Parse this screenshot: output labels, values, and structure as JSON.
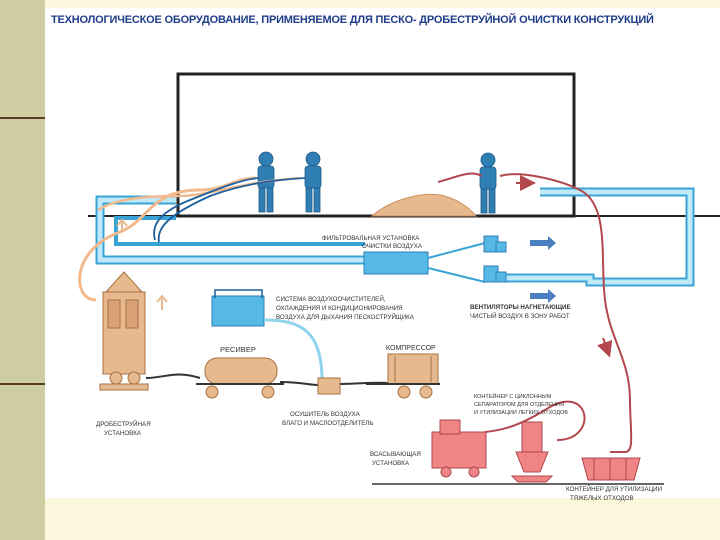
{
  "title": "ТЕХНОЛОГИЧЕСКОЕ ОБОРУДОВАНИЕ, ПРИМЕНЯЕМОЕ ДЛЯ ПЕСКО- ДРОБЕСТРУЙНОЙ ОЧИСТКИ КОНСТРУКЦИЙ",
  "labels": {
    "filter": [
      "ФИЛЬТРОВАЛЬНАЯ УСТАНОВКА",
      "ОЧИСТКИ ВОЗДУХА"
    ],
    "air_system": [
      "СИСТЕМА ВОЗДУХООЧИСТИТЕЛЕЙ,",
      "ОХЛАЖДЕНИЯ И КОНДИЦИОНИРОВАНИЯ",
      "ВОЗДУХА ДЛЯ ДЫХАНИЯ ПЕСКОСТРУЙЩИКА"
    ],
    "fans": [
      "ВЕНТИЛЯТОРЫ НАГНЕТАЮЩИЕ",
      "ЧИСТЫЙ ВОЗДУХ В ЗОНУ РАБОТ"
    ],
    "receiver": "РЕСИВЕР",
    "compressor": "КОМПРЕССОР",
    "dryer": [
      "ОСУШИТЕЛЬ ВОЗДУХА",
      "ВЛАГО И МАСЛООТДЕЛИТЕЛЬ"
    ],
    "blast_unit": [
      "ДРОБЕСТРУЙНАЯ",
      "УСТАНОВКА"
    ],
    "cyclone": [
      "КОНТЕЙНЕР С ЦИКЛОННЫМ",
      "СЕПАРАТОРОМ ДЛЯ ОТДЕЛЕНИЯ",
      "И УТИЛИЗАЦИИ ЛЕГКИХ ОТХОДОВ"
    ],
    "suction": [
      "ВСАСЫВАЮЩАЯ",
      "УСТАНОВКА"
    ],
    "heavy_container": [
      "КОНТЕЙНЕР ДЛЯ УТИЛИЗАЦИИ",
      "ТЯЖЕЛЫХ ОТХОДОВ"
    ]
  },
  "colors": {
    "duct": "#8fd3ef",
    "duct_edge": "#3aa3d6",
    "blue_hose": "#1f5fa0",
    "sand_hose": "#f2b98c",
    "waste_hose": "#b2474d",
    "equipment": "#e7b98f",
    "worker": "#2f7fb5",
    "unit_blue": "#55b8e6",
    "arrow_blue": "#4a7fc0"
  }
}
